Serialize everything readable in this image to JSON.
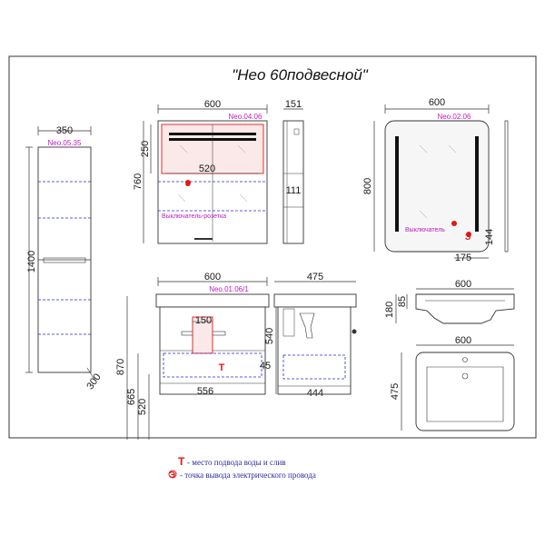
{
  "title": "\"Нео 60подвесной\"",
  "column": {
    "code": "Neo.05.35",
    "width": "350",
    "height": "1400",
    "depth": "300"
  },
  "cabinet": {
    "code": "Neo.04.06",
    "width": "600",
    "inner_width": "520",
    "top_height": "250",
    "height": "760",
    "depth": "151",
    "shelf": "111",
    "switch_label": "Выключатель-розетка"
  },
  "mirror": {
    "code": "Neo.02.06",
    "width": "600",
    "height": "800",
    "switch_label": "Выключатель",
    "offset_x": "175",
    "offset_y": "144"
  },
  "vanity": {
    "code": "Neo.01.06/1",
    "width": "600",
    "pipe_width": "150",
    "inner_width": "556",
    "height": "540",
    "mount_870": "870",
    "mount_665": "665",
    "mount_520": "520",
    "depth": "475",
    "inner_depth": "444",
    "pipe_height": "45"
  },
  "sink_side": {
    "width": "600",
    "h180": "180",
    "h85": "85"
  },
  "sink_top": {
    "width": "600",
    "depth": "475"
  },
  "legend": {
    "water_marker": "Т",
    "water_text": "- место подвода воды и слив",
    "power_marker": "Э",
    "power_text": "- точка вывода электрического провода"
  },
  "colors": {
    "line": "#333333",
    "magenta": "#c01ac0",
    "blue": "#2a2acc",
    "red": "#e01818",
    "mirror_bg": "#f4f4f4"
  }
}
